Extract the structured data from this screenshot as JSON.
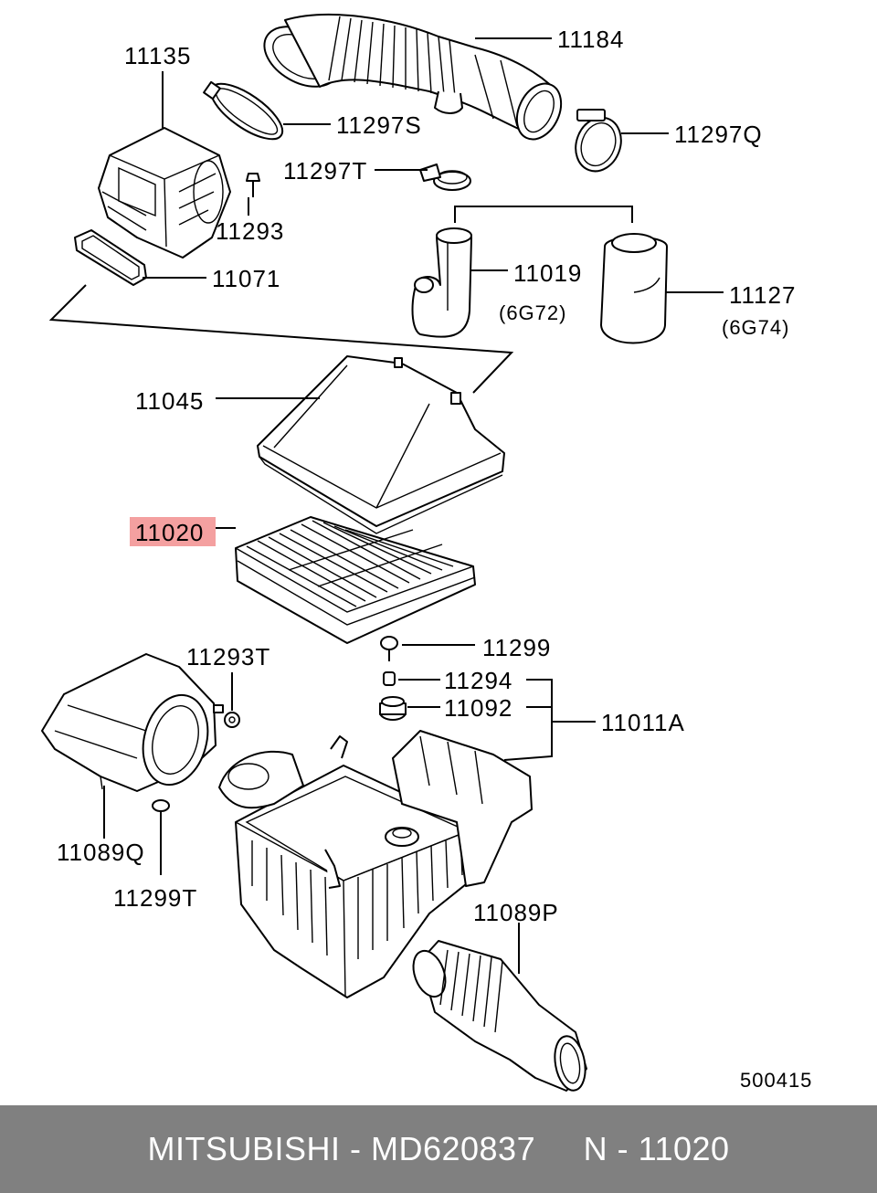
{
  "labels": {
    "p11184": "11184",
    "p11135": "11135",
    "p11297s": "11297S",
    "p11297q": "11297Q",
    "p11297t": "11297T",
    "p11293": "11293",
    "p11071": "11071",
    "p11019": "11019",
    "p11019_note": "(6G72)",
    "p11127": "11127",
    "p11127_note": "(6G74)",
    "p11045": "11045",
    "p11020": "11020",
    "p11299": "11299",
    "p11293t": "11293T",
    "p11294": "11294",
    "p11092": "11092",
    "p11011a": "11011A",
    "p11089q": "11089Q",
    "p11299t": "11299T",
    "p11089p": "11089P",
    "diagram_code": "500415"
  },
  "highlight": {
    "part": "11020",
    "color": "#f4a0a0"
  },
  "footer": {
    "brand": "MITSUBISHI",
    "sep1": " - ",
    "part_number": "MD620837",
    "ref_prefix": "N",
    "sep2": " - ",
    "ref_number": "11020",
    "background": "#808080",
    "text_color": "#ffffff"
  }
}
